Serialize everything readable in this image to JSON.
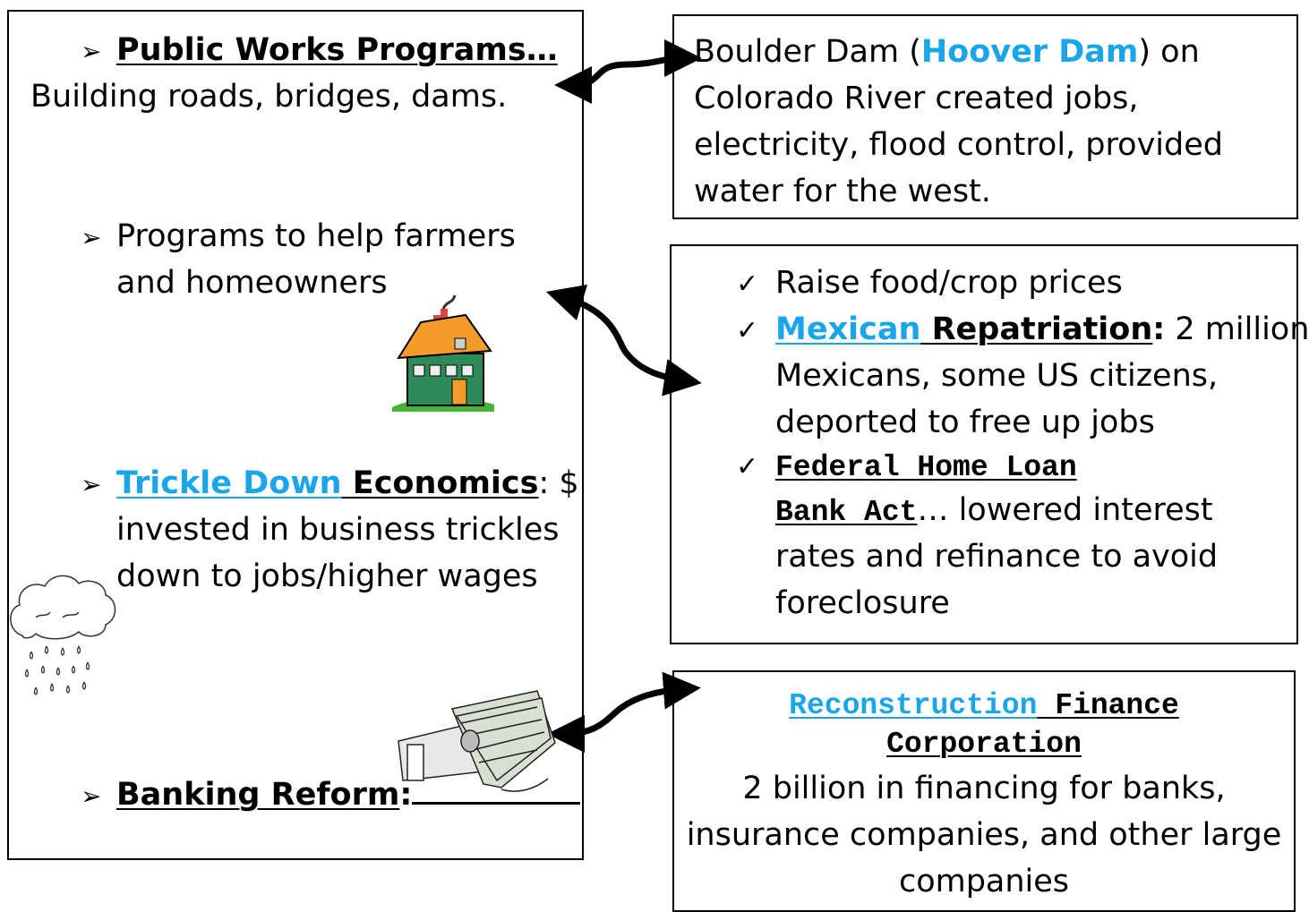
{
  "left_panel": {
    "item1": {
      "title": "Public Works Programs…",
      "text": "Building roads, bridges, dams."
    },
    "item2": {
      "line1": "Programs to help farmers",
      "line2": "and homeowners"
    },
    "item3": {
      "highlight": "Trickle Down",
      "title": "Economics",
      "line1_rest": ": $",
      "line2": "invested in business trickles",
      "line3": "down to jobs/higher wages"
    },
    "item4": {
      "title": "Banking Reform",
      "colon": ":"
    }
  },
  "boulder_box": {
    "line1_a": "Boulder Dam (",
    "line1_highlight": "Hoover Dam",
    "line1_b": ") on",
    "line2": "Colorado River created jobs,",
    "line3": "electricity, flood control, provided",
    "line4": "water for the west."
  },
  "farm_box": {
    "check_glyph": "✓",
    "item1": "Raise food/crop prices",
    "item2": {
      "highlight": "Mexican",
      "title": "Repatriation",
      "colon": ":",
      "rest": " 2 million",
      "line2": "Mexicans, some US citizens,",
      "line3": "deported to free up jobs"
    },
    "item3": {
      "title_line1": "Federal Home Loan",
      "title_line2": "Bank Act",
      "rest": "…  lowered interest",
      "line3": "rates and refinance to avoid",
      "line4": "foreclosure"
    }
  },
  "rfc_box": {
    "highlight": "Reconstruction",
    "title_rest": " Finance",
    "title_line2": "Corporation",
    "line1": "2 billion in financing for banks,",
    "line2": "insurance companies, and other large",
    "line3": "companies"
  },
  "icons": [
    "house-icon",
    "rain-cloud-icon",
    "money-hand-icon",
    "bullet-arrow-icon",
    "check-icon",
    "double-arrow-icon"
  ],
  "colors": {
    "accent_blue": "#1aa5e8",
    "house_green": "#2e8b57",
    "roof_orange": "#f39c2b"
  }
}
